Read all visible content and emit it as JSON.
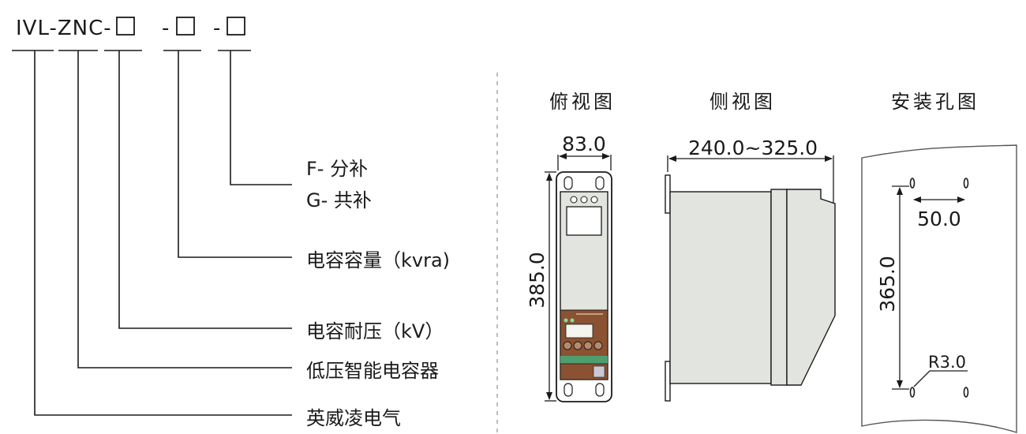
{
  "model_code": {
    "prefix": "IVL-ZNC-",
    "seg2": "-",
    "seg3": "-"
  },
  "legend": {
    "items": [
      {
        "text": "F- 分补"
      },
      {
        "text": "G- 共补"
      },
      {
        "text": "电容容量（kvra)"
      },
      {
        "text": "电容耐压（kV）"
      },
      {
        "text": "低压智能电容器"
      },
      {
        "text": "英威凌电气"
      }
    ]
  },
  "views": {
    "top_title": "俯视图",
    "side_title": "侧视图",
    "mount_title": "安装孔图"
  },
  "dimensions": {
    "top_width": "83.0",
    "top_height": "385.0",
    "side_depth": "240.0~325.0",
    "hole_spacing_x": "50.0",
    "hole_spacing_y": "365.0",
    "hole_radius": "R3.0"
  },
  "colors": {
    "body_gray": "#e2e4e0",
    "panel_brown": "#8a5232",
    "panel_green": "#4f9e6e"
  }
}
